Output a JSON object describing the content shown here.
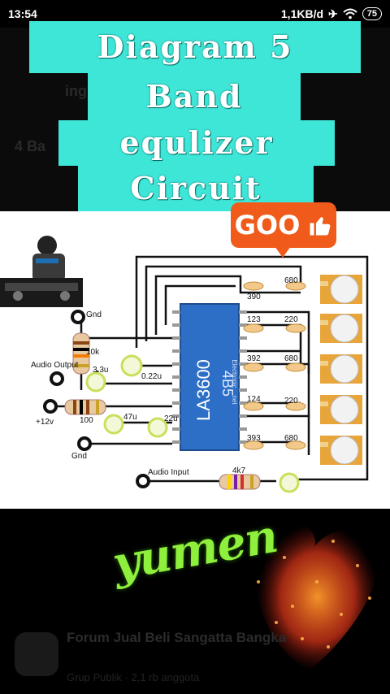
{
  "status_bar": {
    "time": "13:54",
    "network_speed": "1,1KB/d",
    "battery": "75",
    "icons": [
      "airplane-icon",
      "wifi-icon",
      "battery-icon"
    ]
  },
  "title": {
    "line1": "Diagram 5",
    "line2": "Band",
    "line3": "equlizer",
    "line4": "Circuit",
    "color": "#3ee6d8"
  },
  "goo_button": {
    "label": "GOO",
    "color": "#f05a1a",
    "icon": "thumbs-up-icon"
  },
  "circuit": {
    "ic_label": "LA3600",
    "ic_code": "4B5",
    "ic_small": "Electronic ...net",
    "labels": {
      "gnd_top": "Gnd",
      "audio_output": "Audio\nOutput",
      "plus12v": "+12v",
      "gnd_bottom": "Gnd",
      "audio_input": "Audio Input",
      "r10k": "10k",
      "c33u": "3.3u",
      "c022u": "0.22u",
      "r100": "100",
      "c47u": "47u",
      "c22u": "22u",
      "r4k7": "4k7",
      "c390": "390",
      "c123": "123",
      "c392": "392",
      "c124": "124",
      "c393": "393",
      "c680a": "680",
      "c220a": "220",
      "c680b": "680",
      "c220b": "220",
      "c680c": "680"
    }
  },
  "overlay": {
    "brand_text": "yumen",
    "brand_color": "#8ef03c"
  },
  "background": {
    "forum_title": "Forum Jual Beli Sangatta Bangka",
    "forum_sub": "Grup Publik · 2,1 rb anggota",
    "ghost_text1": "4 Ba",
    "ghost_text2": "ing"
  }
}
